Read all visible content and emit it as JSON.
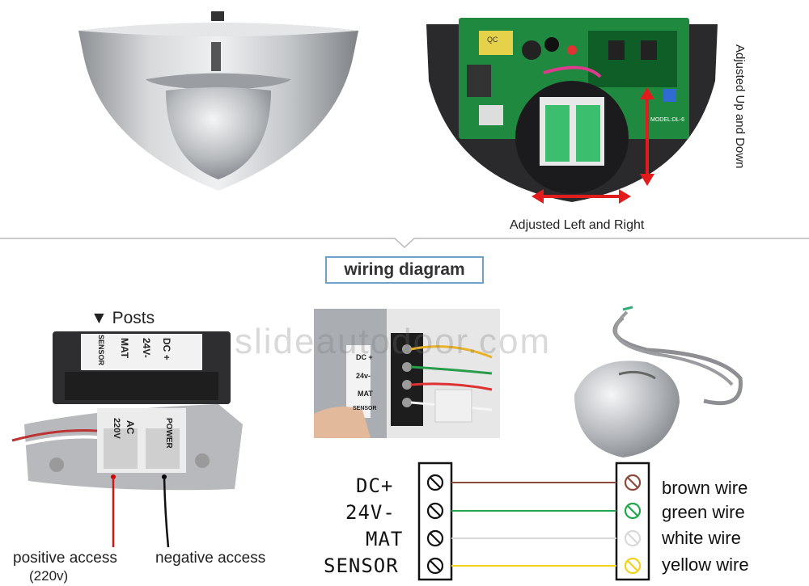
{
  "annotations": {
    "up_down": "Adjusted Up and Down",
    "left_right": "Adjusted Left and Right"
  },
  "title": "wiring diagram",
  "posts_label": "▼ Posts",
  "watermark": "slideautodoor.com",
  "terminal_block": {
    "labels": [
      "DC +",
      "24V-",
      "MAT",
      "SENSOR"
    ],
    "power_label": "POWER",
    "ac_label": "AC",
    "voltage_label": "220V"
  },
  "photo_terminal": {
    "labels": [
      "DC +",
      "24v-",
      "MAT",
      "SENSOR"
    ]
  },
  "access": {
    "positive": "positive access",
    "positive_sub": "(220v)",
    "negative": "negative access"
  },
  "wiring": {
    "terminals": [
      "DC+",
      "24V-",
      "MAT",
      "SENSOR"
    ],
    "wires": [
      {
        "label": "brown wire",
        "color": "#8b4a3c"
      },
      {
        "label": "green wire",
        "color": "#1fa84a"
      },
      {
        "label": "white wire",
        "color": "#d9d9d9"
      },
      {
        "label": "yellow wire",
        "color": "#f2d21b"
      }
    ]
  },
  "pcb": {
    "qc_label": "QC",
    "model_label": "MODEL:DL-6"
  }
}
